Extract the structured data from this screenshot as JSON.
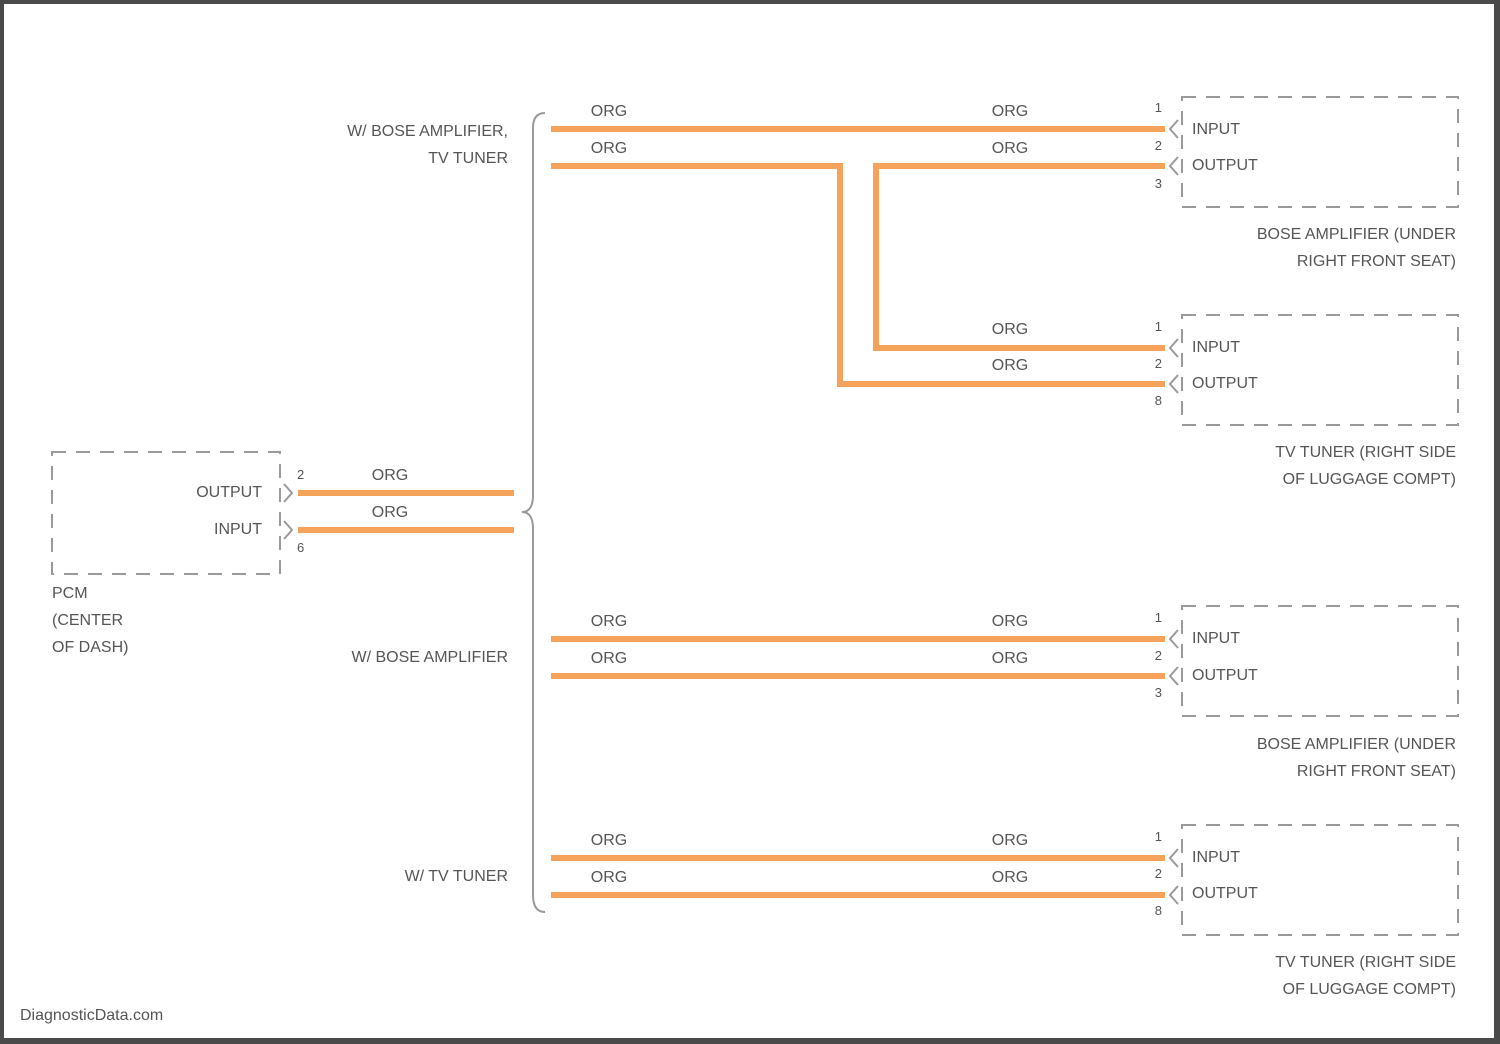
{
  "pcm": {
    "pins": {
      "output": "2",
      "input": "6"
    },
    "pin_labels": {
      "output": "OUTPUT",
      "input": "INPUT"
    },
    "name_lines": [
      "PCM",
      "(CENTER",
      "OF DASH)"
    ]
  },
  "wire_color": "#f5a25a",
  "pcm_wires": {
    "top": "ORG",
    "bottom": "ORG"
  },
  "groups": {
    "group1": [
      "W/ BOSE AMPLIFIER,",
      "TV TUNER"
    ],
    "group2": "W/ BOSE AMPLIFIER",
    "group3": "W/ TV TUNER"
  },
  "wire_labels": {
    "g1_left_top": "ORG",
    "g1_left_bottom": "ORG",
    "g1_right_top": "ORG",
    "g1_right_bottom": "ORG",
    "g1b_right_top": "ORG",
    "g1b_right_bottom": "ORG",
    "g2_left_top": "ORG",
    "g2_left_bottom": "ORG",
    "g2_right_top": "ORG",
    "g2_right_bottom": "ORG",
    "g3_left_top": "ORG",
    "g3_left_bottom": "ORG",
    "g3_right_top": "ORG",
    "g3_right_bottom": "ORG"
  },
  "components": [
    {
      "pins": [
        "1",
        "2",
        "3"
      ],
      "labels": [
        "INPUT",
        "OUTPUT"
      ],
      "name_lines": [
        "BOSE AMPLIFIER (UNDER",
        "RIGHT FRONT SEAT)"
      ]
    },
    {
      "pins": [
        "1",
        "2",
        "8"
      ],
      "labels": [
        "INPUT",
        "OUTPUT"
      ],
      "name_lines": [
        "TV TUNER (RIGHT SIDE",
        "OF LUGGAGE COMPT)"
      ]
    },
    {
      "pins": [
        "1",
        "2",
        "3"
      ],
      "labels": [
        "INPUT",
        "OUTPUT"
      ],
      "name_lines": [
        "BOSE AMPLIFIER (UNDER",
        "RIGHT FRONT SEAT)"
      ]
    },
    {
      "pins": [
        "1",
        "2",
        "8"
      ],
      "labels": [
        "INPUT",
        "OUTPUT"
      ],
      "name_lines": [
        "TV TUNER (RIGHT SIDE",
        "OF LUGGAGE COMPT)"
      ]
    }
  ],
  "watermark": "DiagnosticData.com"
}
